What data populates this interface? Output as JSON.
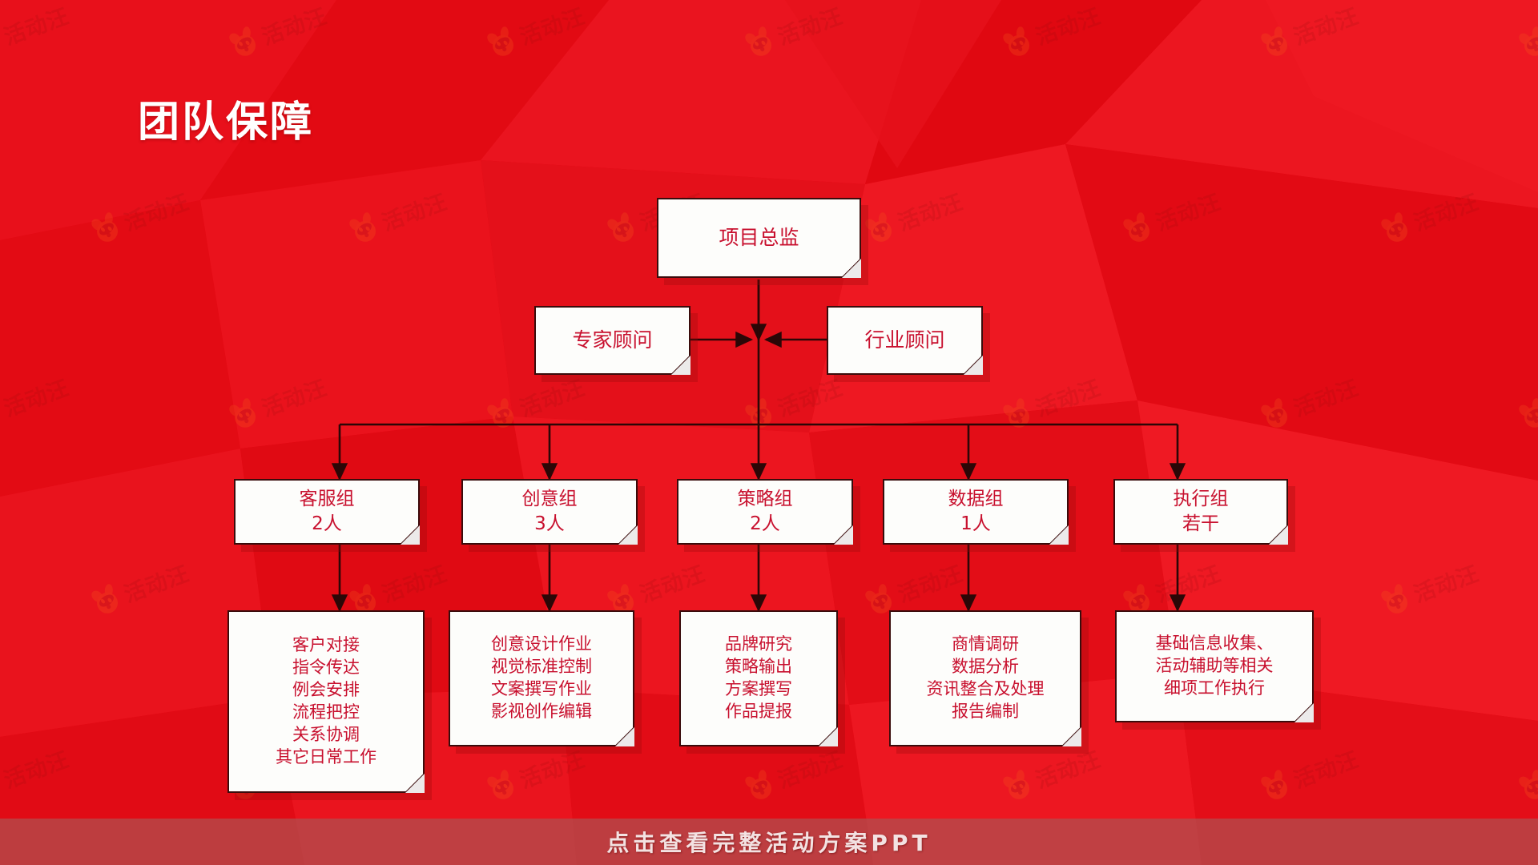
{
  "slide": {
    "title": "团队保障",
    "background_color": "#e60012",
    "node_text_color": "#c8102e",
    "node_border_color": "#3a0c0c",
    "node_fill_color": "#fdfdfb",
    "title_color": "#ffffff"
  },
  "watermark": {
    "text": "活动汪"
  },
  "org": {
    "director": {
      "line1": "项目总监"
    },
    "advisors": [
      {
        "line1": "专家顾问"
      },
      {
        "line1": "行业顾问"
      }
    ],
    "groups": [
      {
        "name": "客服组",
        "count": "2人"
      },
      {
        "name": "创意组",
        "count": "3人"
      },
      {
        "name": "策略组",
        "count": "2人"
      },
      {
        "name": "数据组",
        "count": "1人"
      },
      {
        "name": "执行组",
        "count": "若干"
      }
    ],
    "duties": [
      {
        "lines": [
          "客户对接",
          "指令传达",
          "例会安排",
          "流程把控",
          "关系协调",
          "其它日常工作"
        ]
      },
      {
        "lines": [
          "创意设计作业",
          "视觉标准控制",
          "文案撰写作业",
          "影视创作编辑"
        ]
      },
      {
        "lines": [
          "品牌研究",
          "策略输出",
          "方案撰写",
          "作品提报"
        ]
      },
      {
        "lines": [
          "商情调研",
          "数据分析",
          "资讯整合及处理",
          "报告编制"
        ]
      },
      {
        "lines": [
          "基础信息收集、",
          "活动辅助等相关",
          "细项工作执行"
        ]
      }
    ]
  },
  "banner": {
    "text": "点击查看完整活动方案PPT"
  }
}
